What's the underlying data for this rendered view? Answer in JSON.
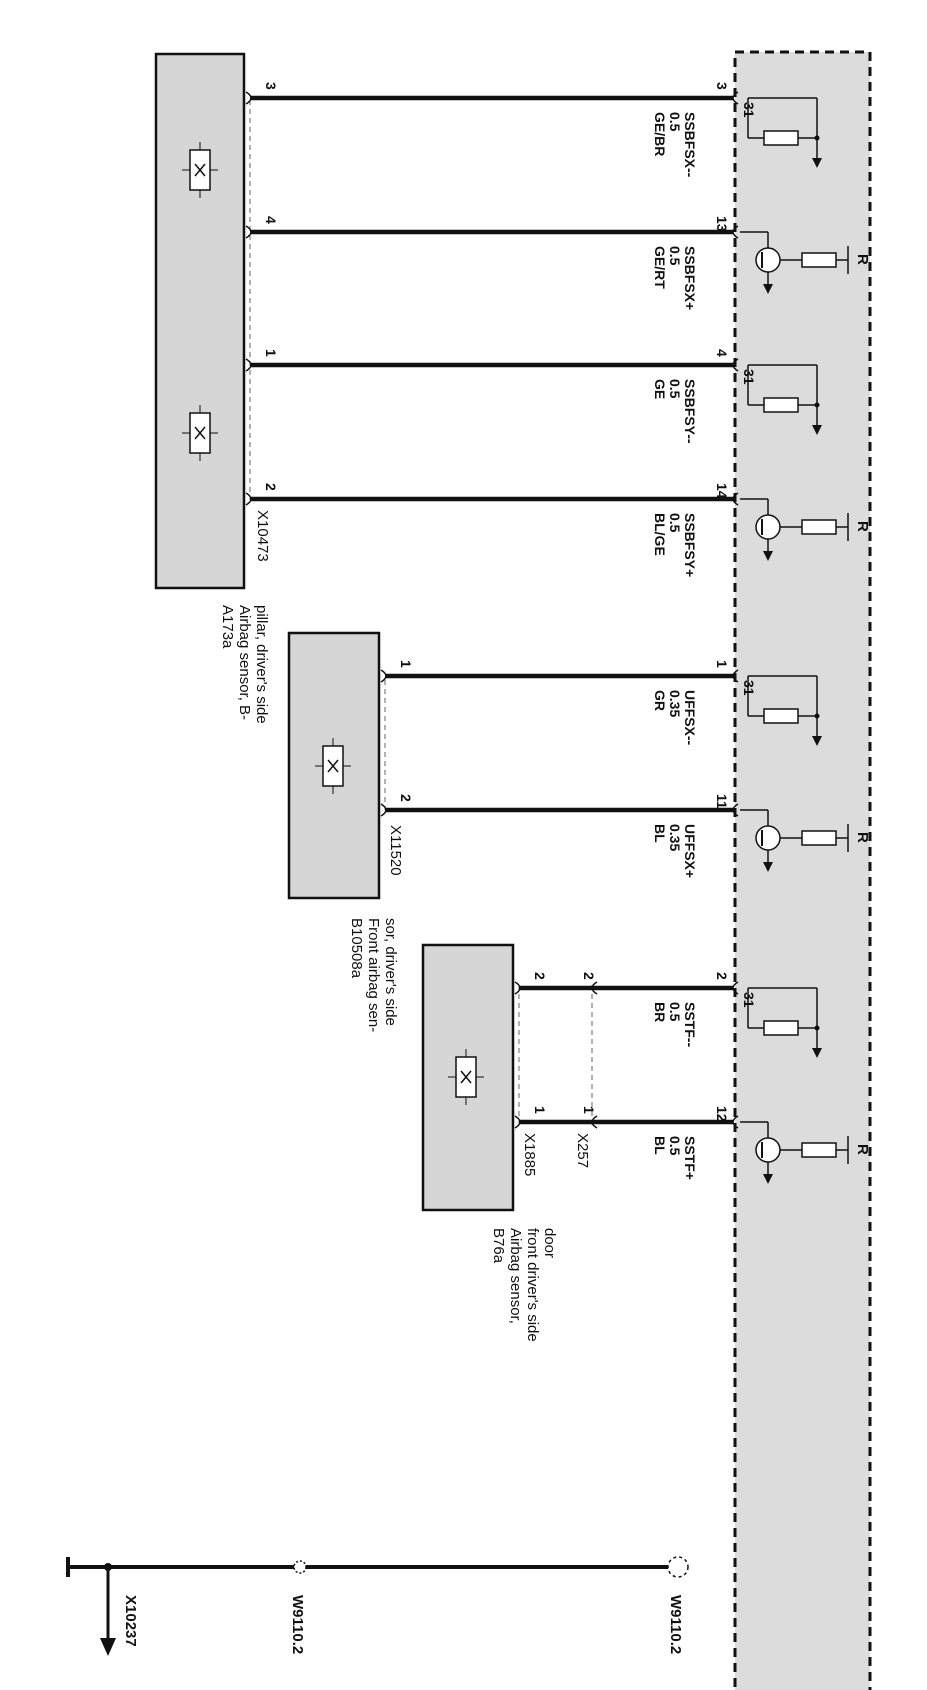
{
  "colors": {
    "module_fill": "#dcdcdc",
    "box_fill": "#d6d6d6",
    "line": "#111111"
  },
  "components": {
    "a173a": {
      "id": "A173a",
      "desc": [
        "Airbag sensor, B-",
        "pillar, driver's side"
      ],
      "connector": "X10473"
    },
    "b10508a": {
      "id": "B10508a",
      "desc": [
        "Front airbag sen-",
        "sor, driver's side"
      ],
      "connector": "X11520"
    },
    "b76a": {
      "id": "B76a",
      "desc": [
        "Airbag sensor,",
        "front driver's side",
        "door"
      ],
      "connector": "X1885",
      "inline_connector": "X257"
    }
  },
  "wires": [
    {
      "signal": "SSBFSX--",
      "size": "0.5",
      "color": "GE/BR",
      "pin_left": "3",
      "pin_right": "3"
    },
    {
      "signal": "SSBFSX+",
      "size": "0.5",
      "color": "GE/RT",
      "pin_left": "4",
      "pin_right": "13"
    },
    {
      "signal": "SSBFSY--",
      "size": "0.5",
      "color": "GE",
      "pin_left": "1",
      "pin_right": "4"
    },
    {
      "signal": "SSBFSY+",
      "size": "0.5",
      "color": "BL/GE",
      "pin_left": "2",
      "pin_right": "14"
    },
    {
      "signal": "UFFSX--",
      "size": "0.35",
      "color": "GR",
      "pin_left": "1",
      "pin_right": "1"
    },
    {
      "signal": "UFFSX+",
      "size": "0.35",
      "color": "BL",
      "pin_left": "2",
      "pin_right": "11"
    },
    {
      "signal": "SSTF--",
      "size": "0.5",
      "color": "BR",
      "pin_left": "2",
      "pin_mid": "2",
      "pin_right": "2"
    },
    {
      "signal": "SSTF+",
      "size": "0.5",
      "color": "BL",
      "pin_left": "1",
      "pin_mid": "1",
      "pin_right": "12"
    }
  ],
  "module_labels": {
    "ground": "31",
    "ref": "R"
  },
  "bottom": {
    "ref_right": "W9110.2",
    "ref_mid": "W9110.2",
    "ref_left": "X10237"
  }
}
